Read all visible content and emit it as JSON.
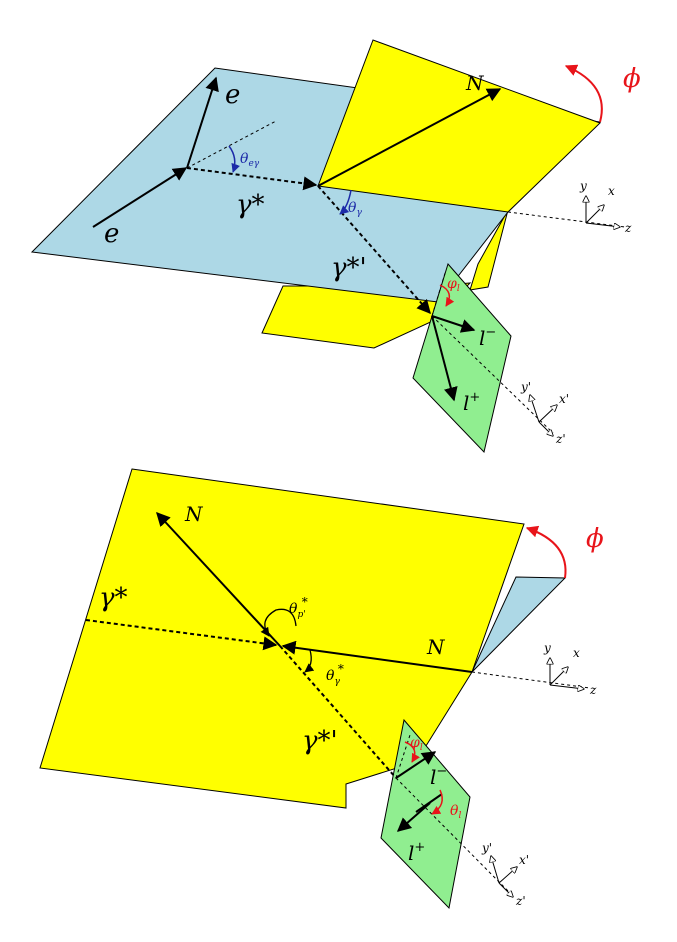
{
  "colors": {
    "blue_plane": "#add8e6",
    "yellow_plane": "#ffff00",
    "green_plane": "#90ee90",
    "outline": "#000000",
    "angle_blue": "#1c2aa8",
    "angle_red": "#e8141a",
    "text": "#000000"
  },
  "top": {
    "e_in": "e",
    "e_out": "e",
    "gamma_star": "γ*",
    "gamma_star_prime": "γ*'",
    "N": "N",
    "phi": "ϕ",
    "theta_e_gamma": "θ",
    "theta_e_gamma_sub": "eγ",
    "theta_gamma": "θ",
    "theta_gamma_sub": "γ",
    "varphi_l": "φ",
    "varphi_l_sub": "l",
    "l_minus": "l",
    "l_minus_sup": "−",
    "l_plus": "l",
    "l_plus_sup": "+",
    "axis_x": "x",
    "axis_y": "y",
    "axis_z": "z",
    "axis_xp": "x'",
    "axis_yp": "y'",
    "axis_zp": "z'"
  },
  "bottom": {
    "N_upper": "N",
    "N_right": "N",
    "gamma_star": "γ*",
    "gamma_star_prime": "γ*'",
    "phi": "ϕ",
    "theta_p": "θ",
    "theta_p_sub": "p'",
    "theta_p_star": "*",
    "theta_gamma": "θ",
    "theta_gamma_sub": "γ",
    "theta_gamma_star": "*",
    "varphi_l": "φ",
    "varphi_l_sub": "l",
    "theta_l": "θ",
    "theta_l_sub": "l",
    "l_minus": "l",
    "l_minus_sup": "−",
    "l_plus": "l",
    "l_plus_sup": "+",
    "axis_x": "x",
    "axis_y": "y",
    "axis_z": "z",
    "axis_xp": "x'",
    "axis_yp": "y'",
    "axis_zp": "z'"
  }
}
